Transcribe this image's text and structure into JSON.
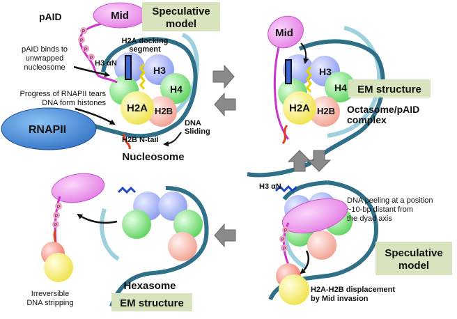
{
  "panel_top_left": {
    "box_label": "Speculative\nmodel",
    "mid_label": "Mid",
    "paid_label": "pAID",
    "paid_binds_text": "pAID binds to\nunwrapped\nnucleosome",
    "progress_text": "Progress of RNAPII tears\nDNA form histones",
    "rnapii_label": "RNAPII",
    "h3an_label": "H3 αN",
    "docking_text": "H2A docking\nsegment",
    "h3_label": "H3",
    "h4_label": "H4",
    "h2a_label": "H2A",
    "h2b_label": "H2B",
    "h2b_ntail_label": "H2B N-tail",
    "dna_sliding_text": "DNA\nSliding",
    "nucleosome_label": "Nucleosome"
  },
  "panel_top_right": {
    "mid_label": "Mid",
    "box_label": "EM structure",
    "h3_label": "H3",
    "h4_label": "H4",
    "h2a_label": "H2A",
    "h2b_label": "H2B",
    "complex_text": "Octasome/pAID\ncomplex"
  },
  "panel_bottom_right": {
    "h3an_label": "H3 αN",
    "dna_peeling_text": "DNA peeling at a position\n~10-bp distant from\nthe dyad axis",
    "box_label": "Speculative\nmodel",
    "displacement_text": "H2A-H2B displacement\nby Mid invasion"
  },
  "panel_bottom_left": {
    "hexasome_label": "Hexasome",
    "box_label": "EM structure",
    "stripping_text": "Irreversible\nDNA stripping"
  },
  "p_label": "P",
  "colors": {
    "box_fill": "#d7e4bd",
    "mid_fill": "#f0a8f0",
    "rnapii_fill": "#3f7fd0",
    "dna_dark": "#2f6f88",
    "dna_light": "#92c9d8",
    "h3_fill": "#9aa8f0",
    "h4_fill": "#7ede7e",
    "h2a_fill": "#f5f07a",
    "h2b_fill": "#f5b0a4",
    "arrow_gray": "#8a8a8a"
  }
}
